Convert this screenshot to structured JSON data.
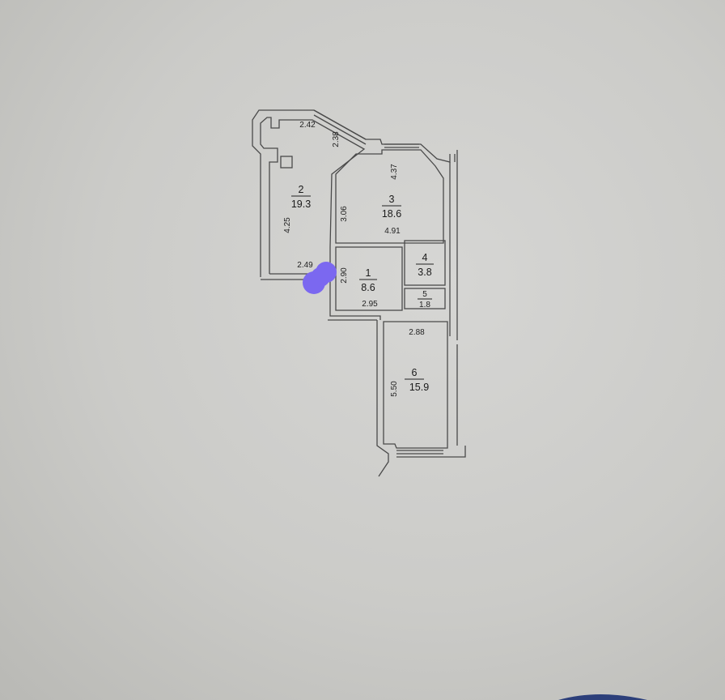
{
  "rooms": [
    {
      "number": "1",
      "area": "8.6"
    },
    {
      "number": "2",
      "area": "19.3"
    },
    {
      "number": "3",
      "area": "18.6"
    },
    {
      "number": "4",
      "area": "3.8"
    },
    {
      "number": "5",
      "area": "1.8"
    },
    {
      "number": "6",
      "area": "15.9"
    }
  ],
  "dimensions": {
    "room2_top": "2.42",
    "room2_diag": "2.38",
    "room2_side": "4.25",
    "room2_bottom": "2.49",
    "room3_top": "4.37",
    "room3_side": "3.06",
    "room3_bottom": "4.91",
    "room1_side": "2.90",
    "room1_bottom": "2.95",
    "room6_top": "2.88",
    "room6_side": "5.50"
  },
  "colors": {
    "paper": "#cfcfcc",
    "lines": "#4a4a4a",
    "redaction": "#7b68f0"
  }
}
